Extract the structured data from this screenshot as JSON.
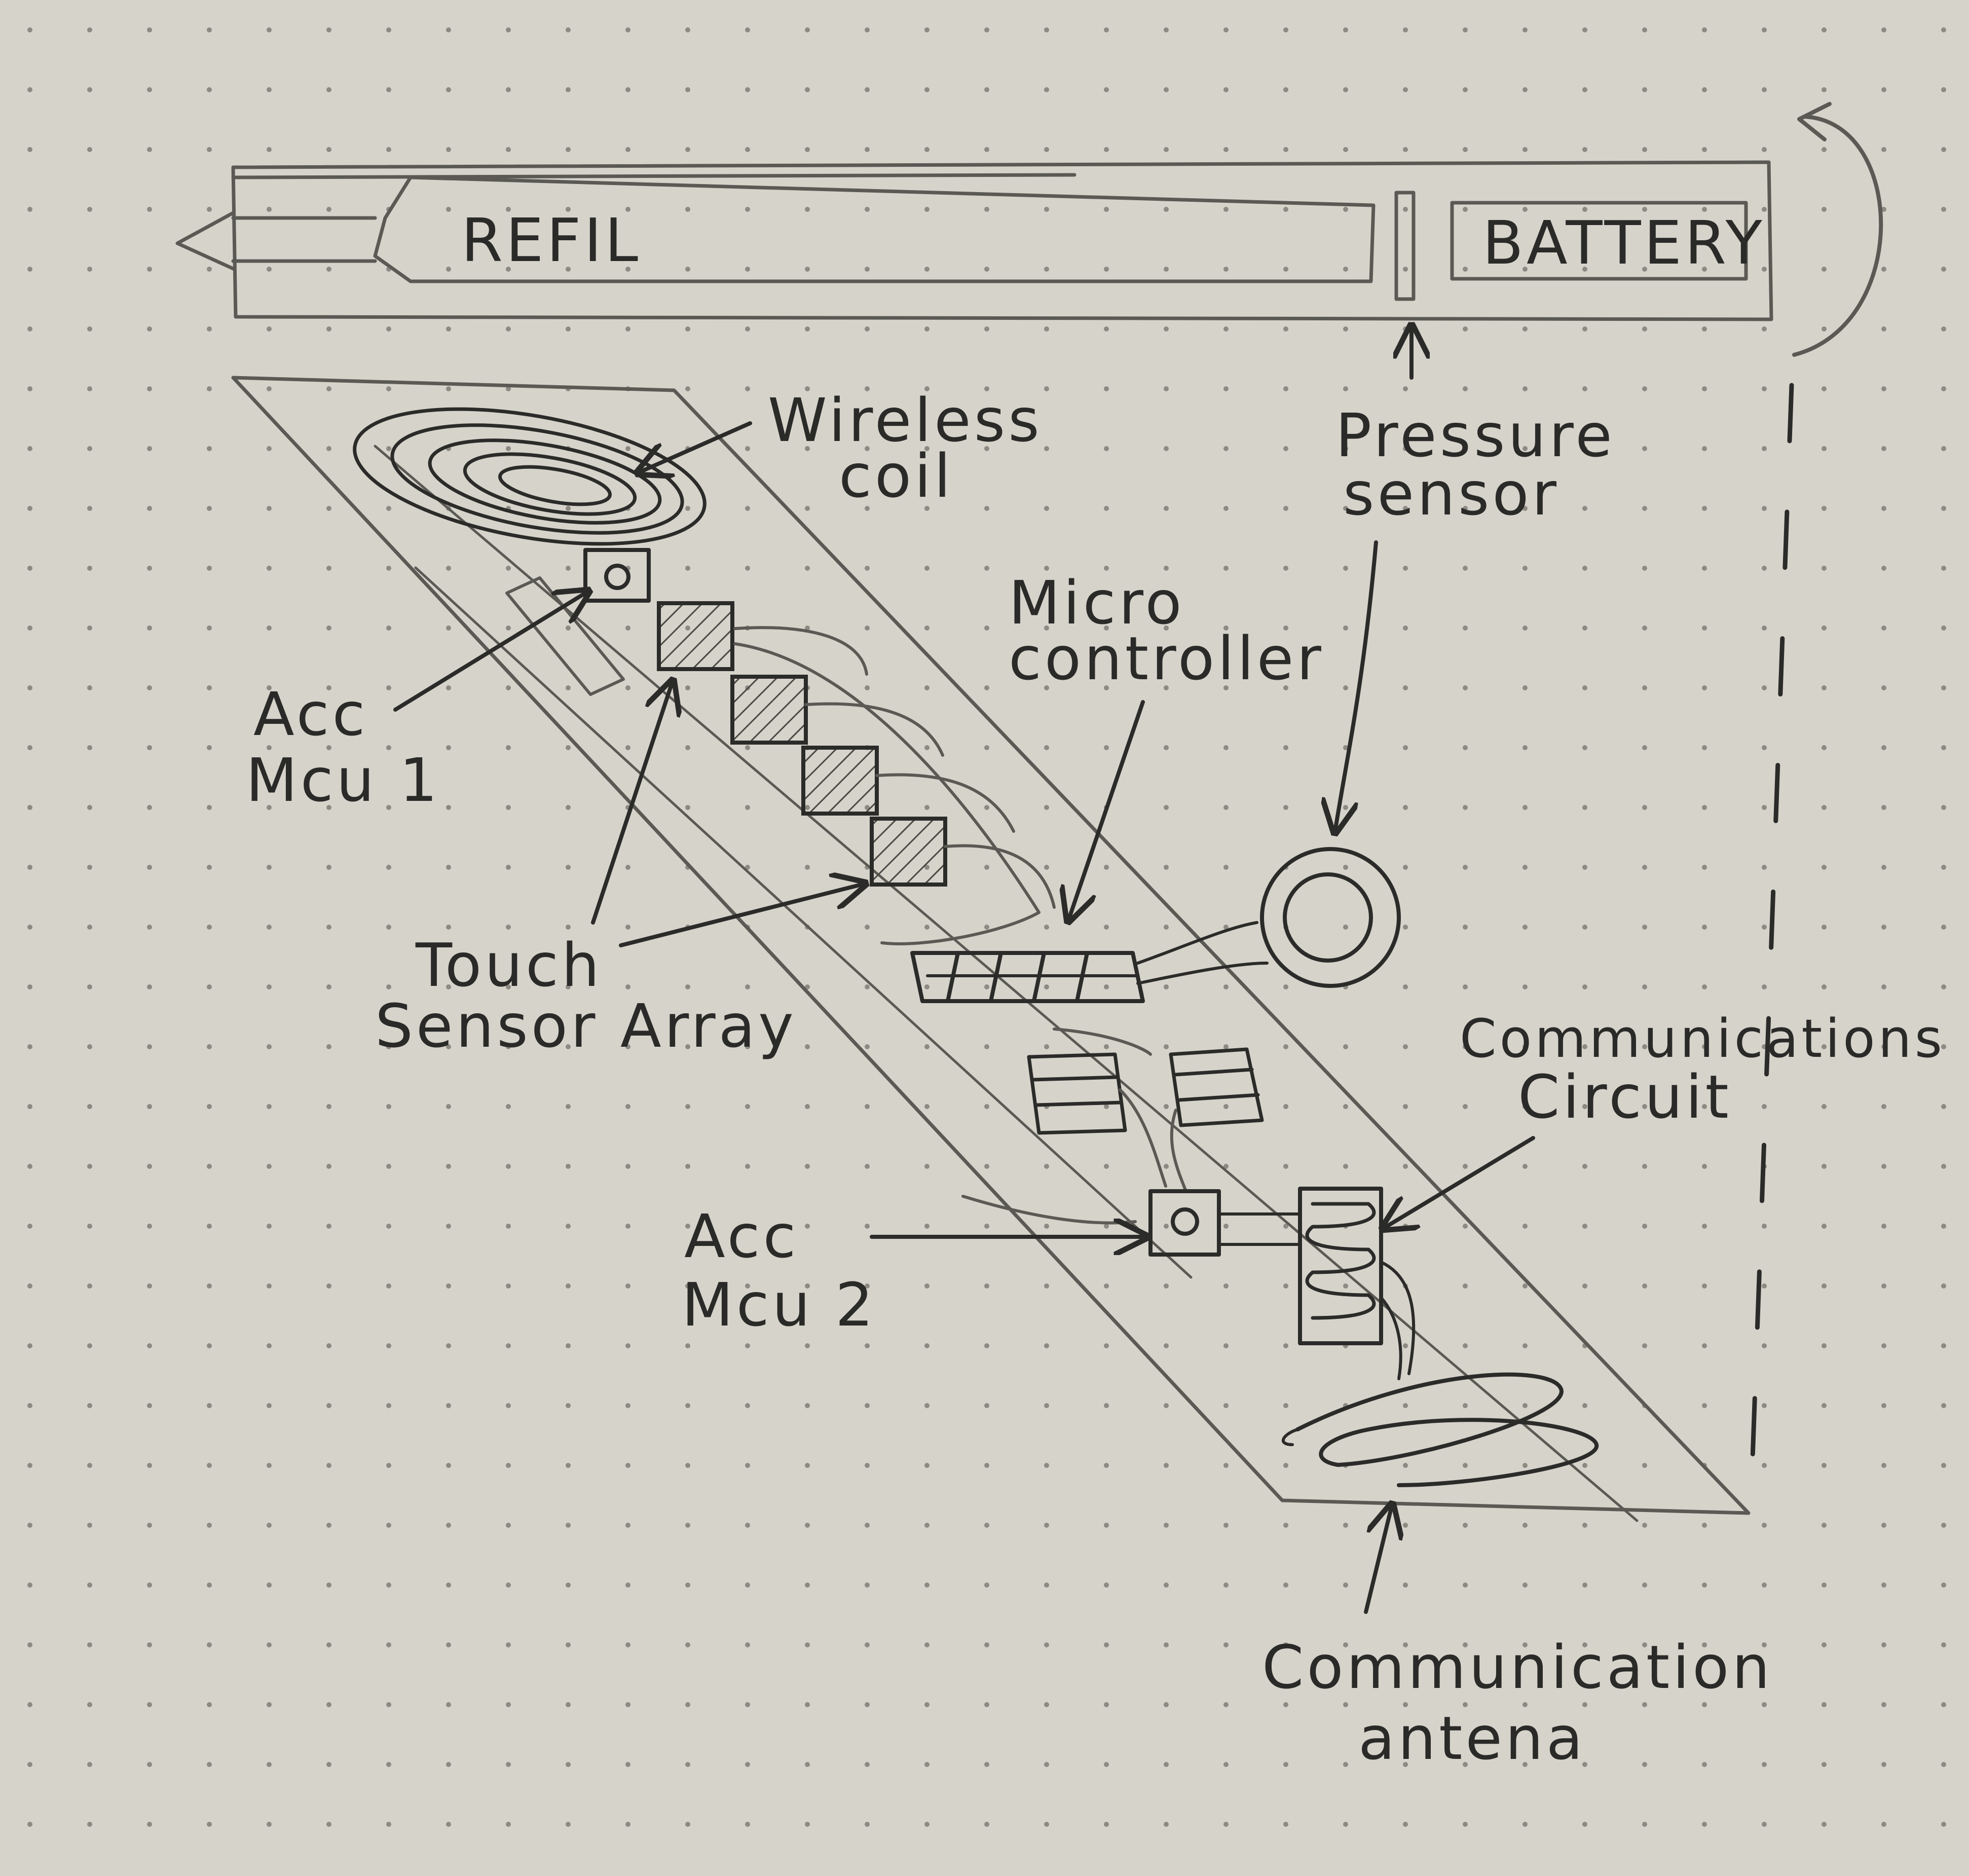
{
  "diagram": {
    "pen": {
      "refill_label": "REFIL",
      "battery_label": "BATTERY"
    },
    "labels": {
      "wireless_coil": [
        "Wireless",
        "coil"
      ],
      "pressure_sensor": [
        "Pressure",
        "sensor"
      ],
      "acc_mcu_1": [
        "Acc",
        "Mcu 1"
      ],
      "micro_controller": [
        "Micro",
        "controller"
      ],
      "touch_sensor_array": [
        "Touch",
        "Sensor Array"
      ],
      "communications_circuit": [
        "Communications",
        "Circuit"
      ],
      "acc_mcu_2": [
        "Acc",
        "Mcu 2"
      ],
      "communication_antenna": [
        "Communication",
        "antena"
      ]
    }
  }
}
